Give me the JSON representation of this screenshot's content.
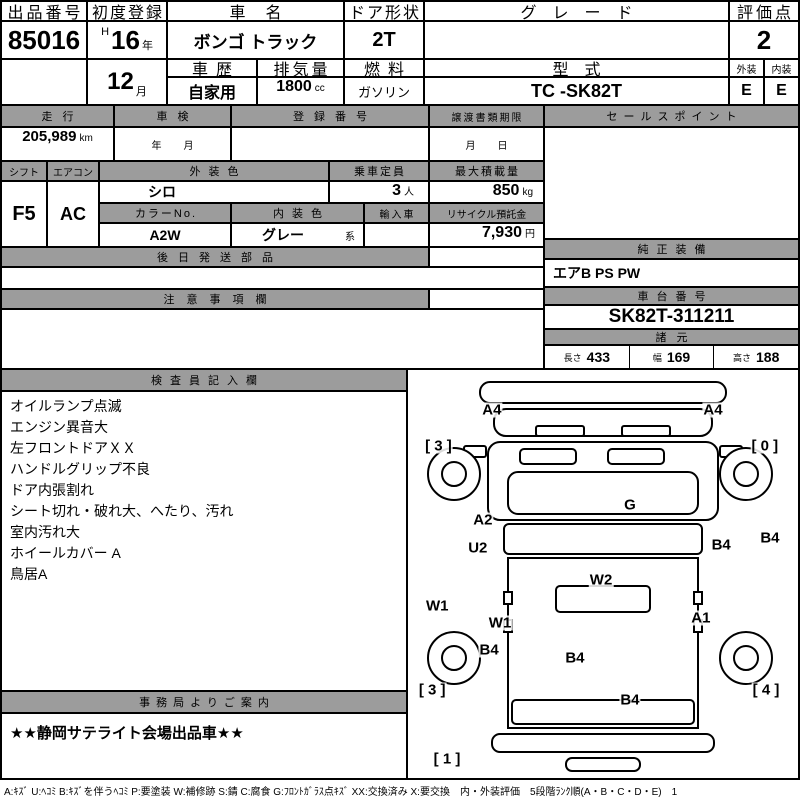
{
  "top": {
    "auction_no_label": "出品番号",
    "auction_no": "85016",
    "first_reg_label": "初度登録",
    "first_reg_era": "H",
    "first_reg_year": "16",
    "first_reg_year_unit": "年",
    "first_reg_month": "12",
    "first_reg_month_unit": "月",
    "car_name_label": "車名",
    "car_name": "ボンゴ トラック",
    "door_shape_label": "ドア形状",
    "door_shape": "2T",
    "grade_label": "グレード",
    "grade": "",
    "score_label": "評価点",
    "score": "2",
    "history_label": "車歴",
    "history": "自家用",
    "displacement_label": "排気量",
    "displacement": "1800",
    "displacement_unit": "cc",
    "fuel_label": "燃料",
    "fuel": "ガソリン",
    "model_code_label": "型式",
    "model_code": "TC -SK82T",
    "exterior_label": "外装",
    "exterior_grade": "E",
    "interior_label": "内装",
    "interior_grade": "E"
  },
  "details": {
    "mileage_label": "走行",
    "mileage": "205,989",
    "mileage_unit": "km",
    "inspection_label": "車検",
    "inspection_year_unit": "年",
    "inspection_month_unit": "月",
    "registration_label": "登録番号",
    "transfer_deadline_label": "譲渡書類期限",
    "transfer_month_unit": "月",
    "transfer_day_unit": "日",
    "sales_point_label": "セールスポイント",
    "shift_label": "シフト",
    "shift": "F5",
    "aircon_label": "エアコン",
    "aircon": "AC",
    "exterior_color_label": "外装色",
    "exterior_color": "シロ",
    "capacity_label": "乗車定員",
    "capacity": "3",
    "capacity_unit": "人",
    "max_load_label": "最大積載量",
    "max_load": "850",
    "max_load_unit": "kg",
    "color_no_label": "カラーNo.",
    "color_no": "A2W",
    "interior_color_label": "内装色",
    "interior_color": "グレー",
    "interior_color_unit": "系",
    "import_label": "輸入車",
    "recycle_deposit_label": "リサイクル預託金",
    "recycle_deposit": "7,930",
    "recycle_deposit_unit": "円",
    "later_parts_label": "後日発送部品",
    "genuine_equipment_label": "純正装備",
    "genuine_equipment": "エアB PS PW",
    "caution_label": "注意事項欄",
    "chassis_no_label": "車台番号",
    "chassis_no": "SK82T-311211",
    "spec_label": "諸元",
    "length_label": "長さ",
    "length": "433",
    "width_label": "幅",
    "width": "169",
    "height_label": "高さ",
    "height": "188"
  },
  "inspector": {
    "label": "検査員記入欄",
    "notes": [
      "オイルランプ点滅",
      "エンジン異音大",
      "左フロントドアＸＸ",
      "ハンドルグリップ不良",
      "ドア内張割れ",
      "シート切れ・破れ大、へたり、汚れ",
      "室内汚れ大",
      "ホイールカバー A",
      "鳥居A"
    ]
  },
  "office": {
    "label": "事務局よりご案内",
    "notice": "★★静岡サテライト会場出品車★★"
  },
  "diagram": {
    "markers": [
      {
        "code": "A4",
        "x": 21.5,
        "y": 9.8
      },
      {
        "code": "A4",
        "x": 78.2,
        "y": 9.8
      },
      {
        "code": "[ 3 ]",
        "x": 7.8,
        "y": 18.6
      },
      {
        "code": "[ 0 ]",
        "x": 91.5,
        "y": 18.6
      },
      {
        "code": "A2",
        "x": 19.2,
        "y": 36.8
      },
      {
        "code": "U2",
        "x": 17.9,
        "y": 43.6
      },
      {
        "code": "G",
        "x": 56.9,
        "y": 33.1
      },
      {
        "code": "B4",
        "x": 80.3,
        "y": 42.9
      },
      {
        "code": "B4",
        "x": 92.8,
        "y": 41.2
      },
      {
        "code": "W2",
        "x": 49.5,
        "y": 51.5
      },
      {
        "code": "W1",
        "x": 7.5,
        "y": 57.8
      },
      {
        "code": "W1",
        "x": 23.6,
        "y": 62.0
      },
      {
        "code": "A1",
        "x": 75.1,
        "y": 60.8
      },
      {
        "code": "B4",
        "x": 20.8,
        "y": 68.6
      },
      {
        "code": "B4",
        "x": 42.8,
        "y": 70.6
      },
      {
        "code": "[ 3 ]",
        "x": 6.2,
        "y": 78.4
      },
      {
        "code": "[ 4 ]",
        "x": 91.8,
        "y": 78.4
      },
      {
        "code": "B4",
        "x": 56.9,
        "y": 80.9
      },
      {
        "code": "[ 1 ]",
        "x": 10.0,
        "y": 95.3
      }
    ]
  },
  "legend": "A:ｷｽﾞ U:ﾍｺﾐ B:ｷｽﾞを伴うﾍｺﾐ P:要塗装 W:補修跡 S:錆 C:腐食 G:ﾌﾛﾝﾄｶﾞﾗｽ点ｷｽﾞ XX:交換済み X:要交換　内・外装評価　5段階ﾗﾝｸ順(A・B・C・D・E)　1"
}
